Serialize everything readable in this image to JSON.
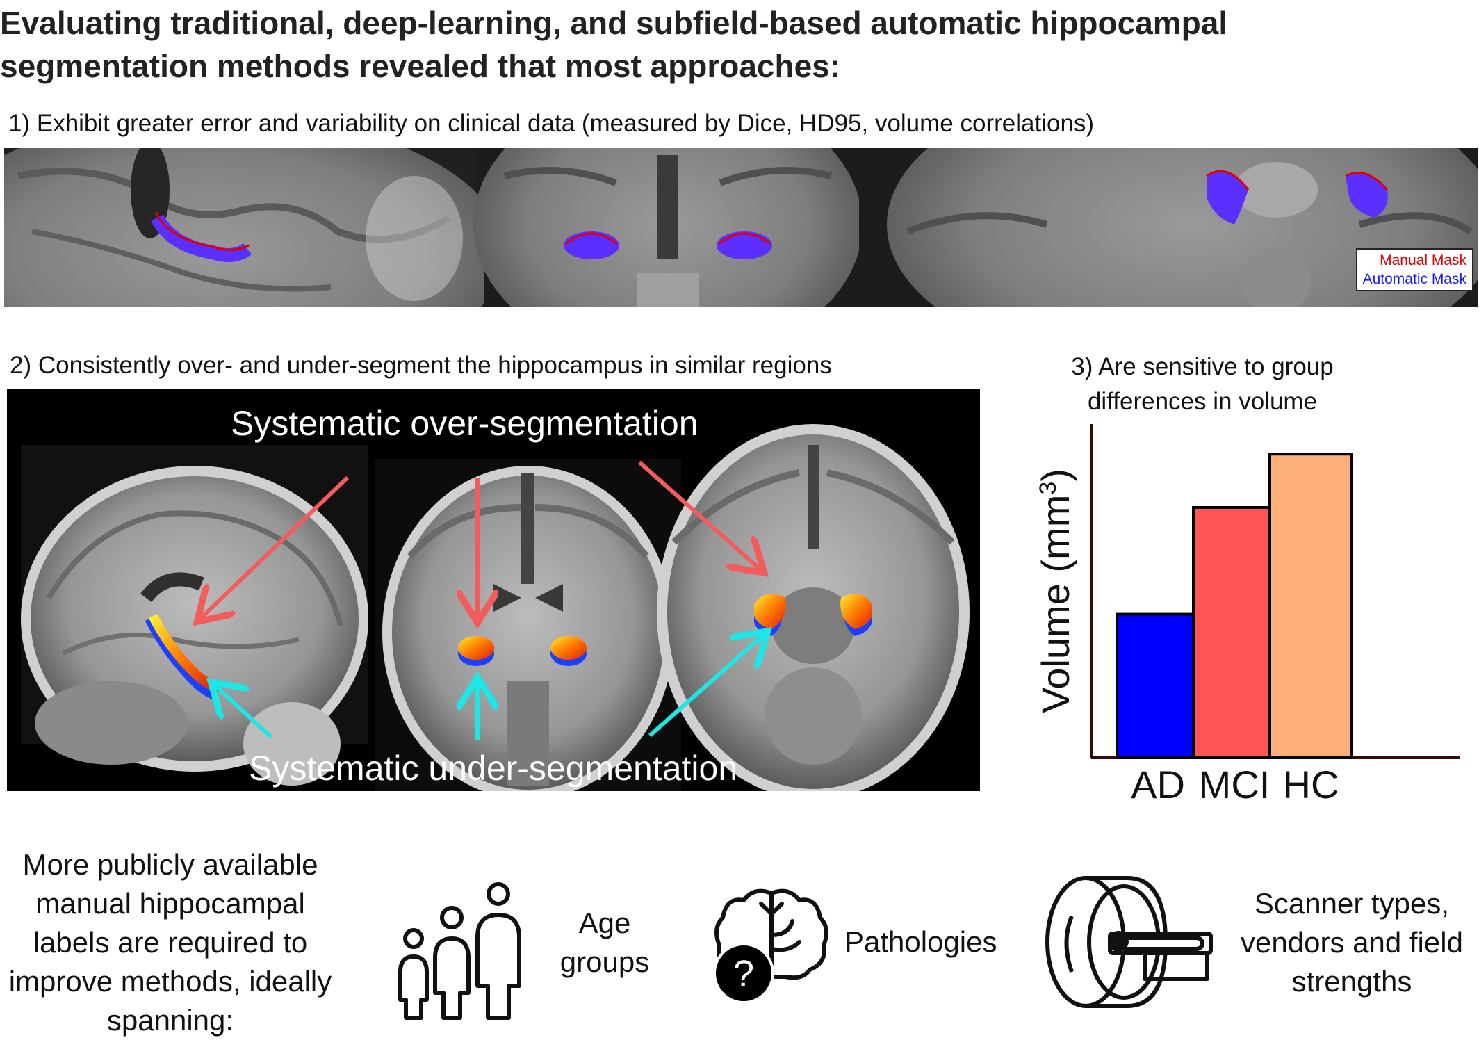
{
  "title_line1": "Evaluating traditional, deep-learning, and subfield-based automatic hippocampal",
  "title_line2": "segmentation methods revealed that most approaches:",
  "section1": {
    "label": "1) Exhibit greater error and variability on clinical data (measured by Dice, HD95, volume correlations)",
    "legend": {
      "manual": "Manual Mask",
      "automatic": "Automatic Mask",
      "manual_color": "#e00000",
      "automatic_color": "#1a1aff"
    }
  },
  "section2": {
    "label": "2) Consistently over- and under-segment the hippocampus in similar regions",
    "over_caption": "Systematic over-segmentation",
    "under_caption": "Systematic under-segmentation",
    "over_color": "#f25c5c",
    "under_color": "#1ee6e6"
  },
  "section3": {
    "label_line1": "3) Are sensitive to group",
    "label_line2": "differences in volume"
  },
  "chart_data": {
    "type": "bar",
    "title": "3) Are sensitive to group differences in volume",
    "categories": [
      "AD",
      "MCI",
      "HC"
    ],
    "values": [
      0.43,
      0.75,
      0.91
    ],
    "colors": [
      "#0000ff",
      "#ff5555",
      "#ffaf7a"
    ],
    "ylabel_main": "Volume (mm",
    "ylabel_sup": "3",
    "ylabel_close": ")",
    "ylim": [
      0,
      1
    ],
    "grid": false
  },
  "bottom": {
    "left_text": [
      "More publicly available",
      "manual hippocampal",
      "labels are required to",
      "improve methods, ideally",
      "spanning:"
    ],
    "age_label": [
      "Age",
      "groups"
    ],
    "pathology_label": "Pathologies",
    "question_mark": "?",
    "scanner_label": [
      "Scanner types,",
      "vendors and field",
      "strengths"
    ],
    "icons": [
      "people-icon",
      "brain-question-icon",
      "mri-scanner-icon"
    ]
  }
}
